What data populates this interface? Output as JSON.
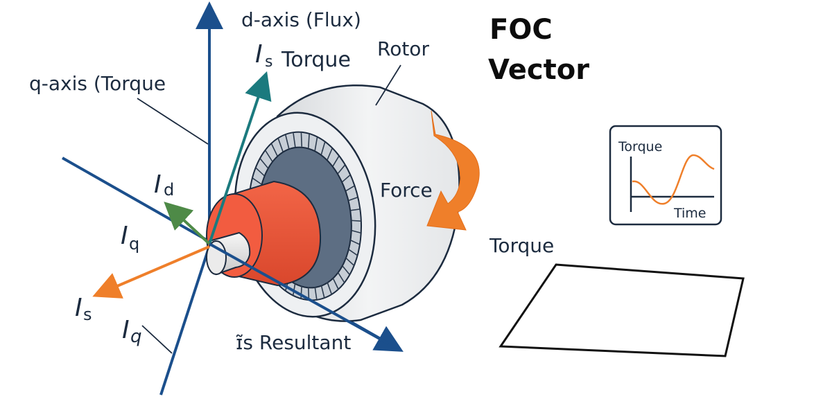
{
  "title": {
    "line1": "FOC",
    "line2": "Vector"
  },
  "labels": {
    "d_axis": "d-axis (Flux)",
    "q_axis": "q-axis (Torque",
    "is_torque_main": "I",
    "is_torque_sub": "s",
    "is_torque_word": "Torque",
    "rotor": "Rotor",
    "force": "Force",
    "torque_right": "Torque",
    "id_main": "I",
    "id_sub": "d",
    "iq_main": "I",
    "iq_sub": "q",
    "is_left_main": "I",
    "is_left_sub": "s",
    "iq_lower_main": "I",
    "iq_lower_sub": "q",
    "resultant": "ɪ̃s Resultant"
  },
  "inset_chart": {
    "ylabel": "Torque",
    "xlabel": "Time"
  },
  "colors": {
    "axis_blue": "#1b4f8c",
    "teal": "#1b7a7e",
    "green": "#4e8a47",
    "orange": "#ef7f2a",
    "rotor_red": "#f05a3f",
    "ink": "#1c2b3f"
  },
  "icons": {
    "rotation": "curved-arrow-icon",
    "bowtie": "bowtie-outline-icon"
  }
}
